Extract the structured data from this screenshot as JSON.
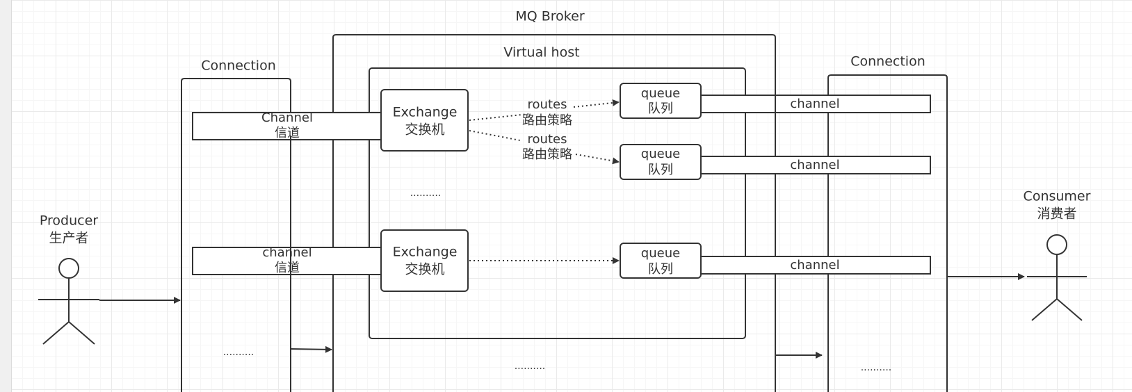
{
  "mq_broker": {
    "label": "MQ Broker"
  },
  "virtual_host": {
    "label": "Virtual host"
  },
  "producer_connection": {
    "label": "Connection"
  },
  "consumer_connection": {
    "label": "Connection"
  },
  "producer": {
    "label": "Producer",
    "sublabel": "生产者"
  },
  "consumer": {
    "label": "Consumer",
    "sublabel": "消费者"
  },
  "producer_channels": [
    {
      "label": "Channel",
      "sublabel": "信道"
    },
    {
      "label": "channel",
      "sublabel": "信道"
    }
  ],
  "exchanges": [
    {
      "label": "Exchange",
      "sublabel": "交换机"
    },
    {
      "label": "Exchange",
      "sublabel": "交换机"
    }
  ],
  "routes": [
    {
      "label": "routes",
      "sublabel": "路由策略"
    },
    {
      "label": "routes",
      "sublabel": "路由策略"
    }
  ],
  "queues": [
    {
      "label": "queue",
      "sublabel": "队列"
    },
    {
      "label": "queue",
      "sublabel": "队列"
    },
    {
      "label": "queue",
      "sublabel": "队列"
    }
  ],
  "consumer_channels": [
    {
      "label": "channel"
    },
    {
      "label": "channel"
    },
    {
      "label": "channel"
    }
  ],
  "ellipsis": {
    "vhost": "..........",
    "producer_conn": "..........",
    "broker": "..........",
    "consumer_conn": ".........."
  }
}
